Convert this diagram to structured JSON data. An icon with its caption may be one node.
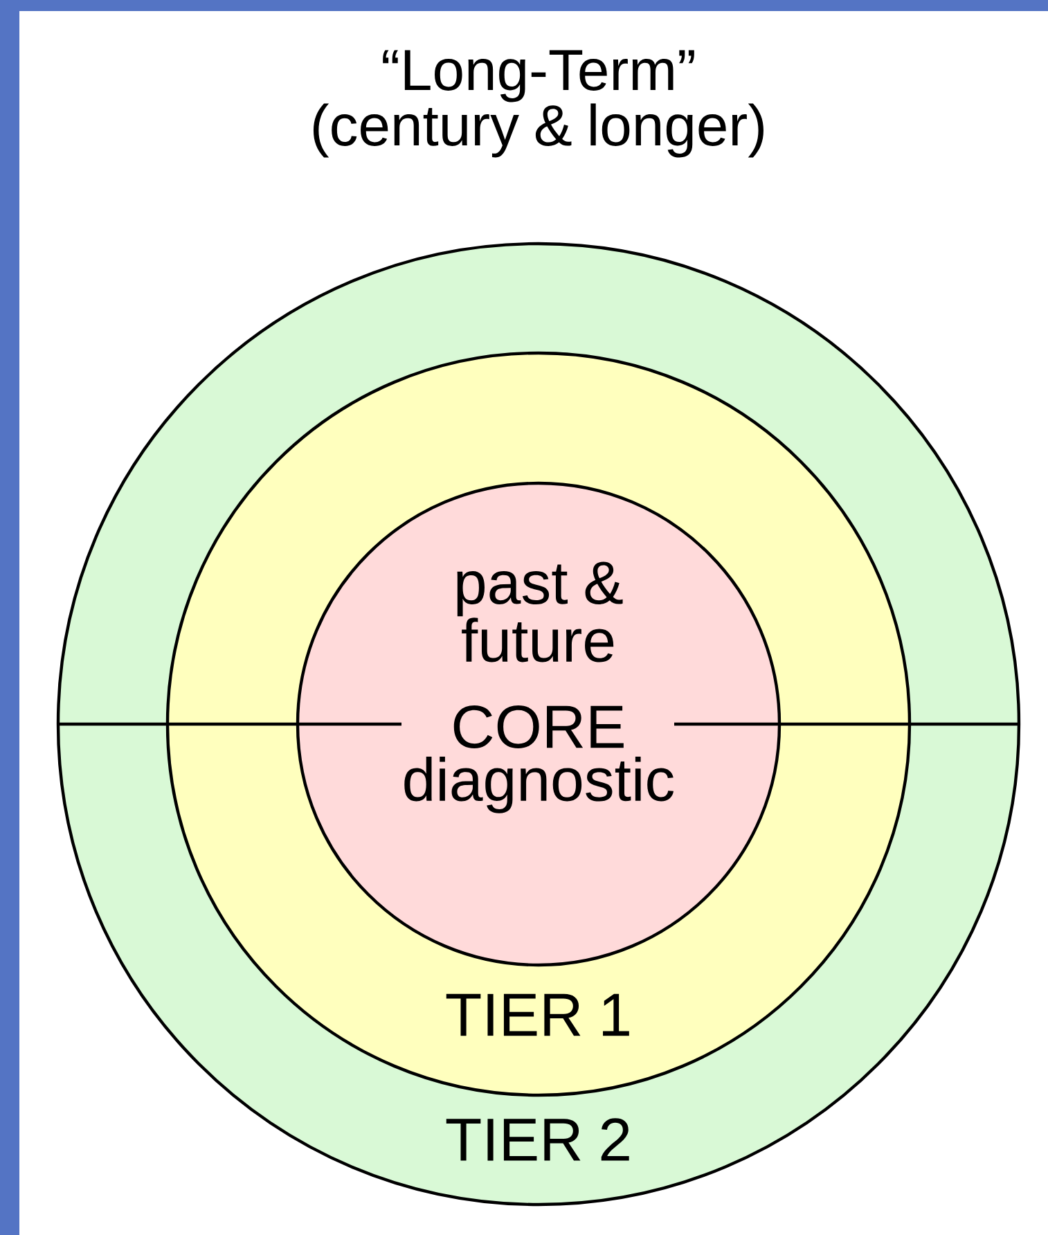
{
  "diagram": {
    "title": "“Long-Term” (century & longer)",
    "nodes": [
      {
        "text": [
          "TIER 2"
        ]
      },
      {
        "text": [
          "TIER 1"
        ],
        "in": 0
      },
      {
        "text": [
          "past & future",
          "CORE",
          "diagnostic"
        ],
        "in": 1
      }
    ]
  }
}
